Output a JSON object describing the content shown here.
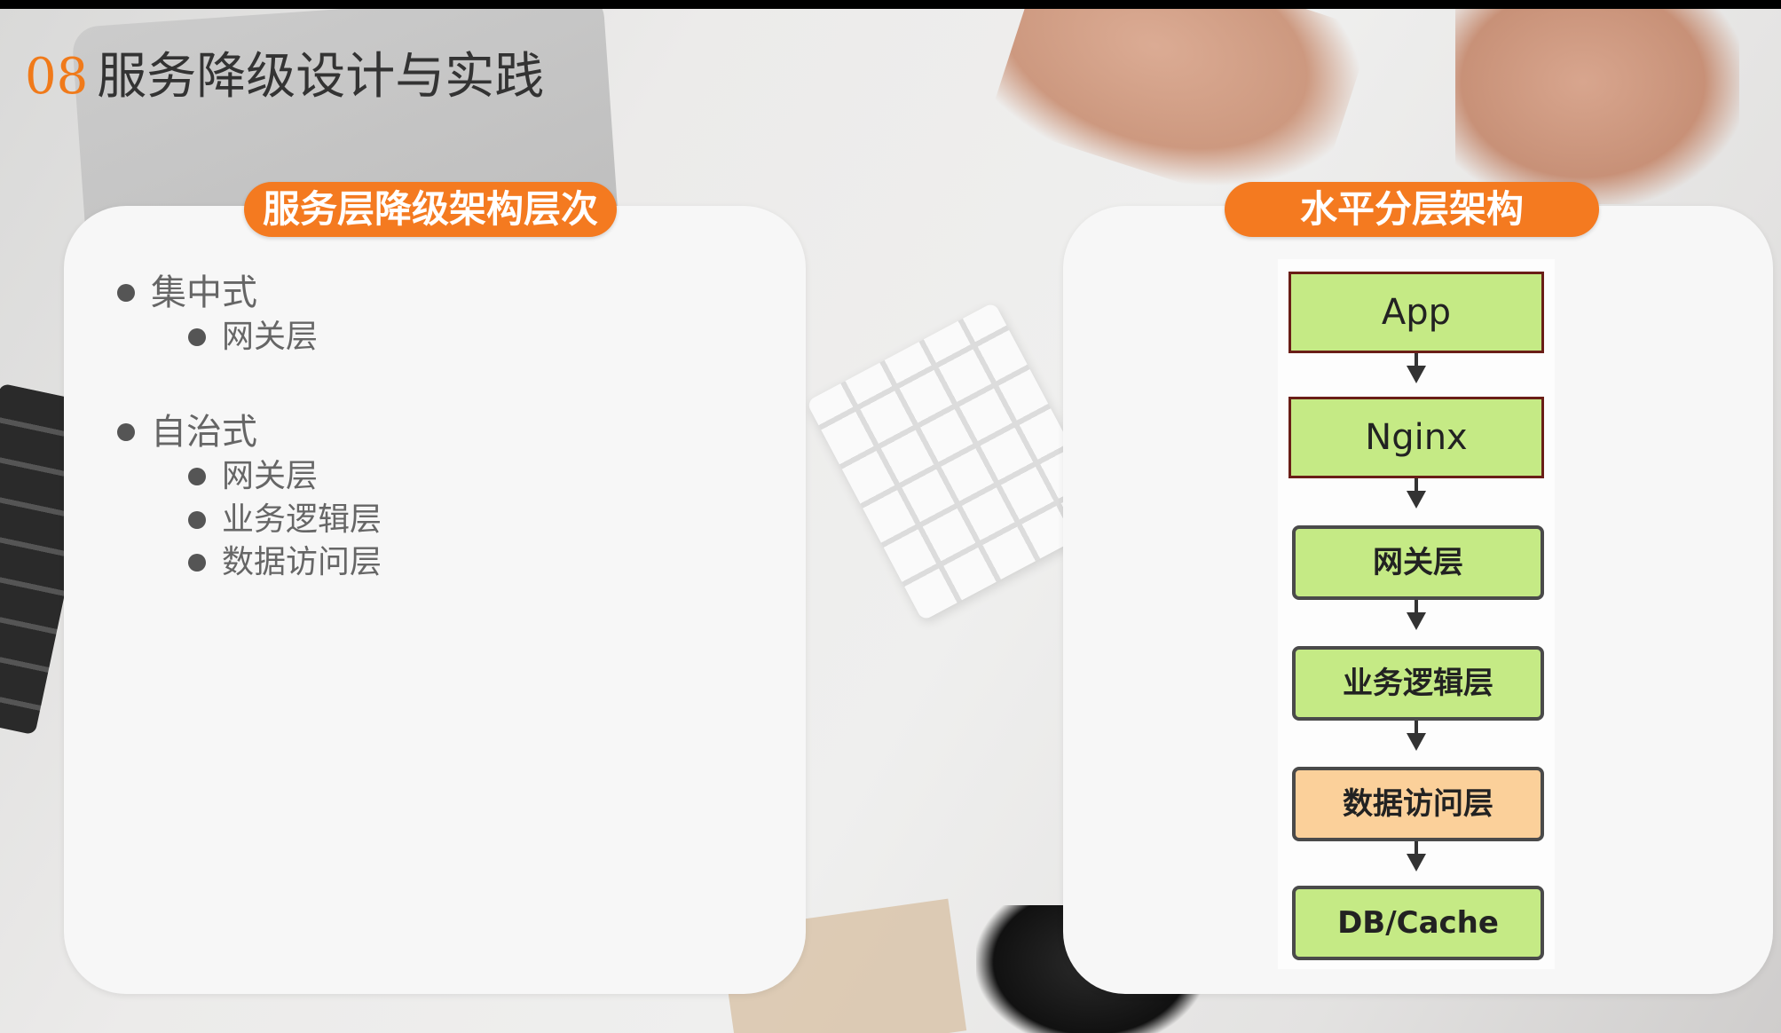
{
  "slide": {
    "number": "08",
    "title": "服务降级设计与实践"
  },
  "left_panel": {
    "header": "服务层降级架构层次",
    "items": [
      {
        "label": "集中式",
        "children": [
          "网关层"
        ]
      },
      {
        "label": "自治式",
        "children": [
          "网关层",
          "业务逻辑层",
          "数据访问层"
        ]
      }
    ]
  },
  "right_panel": {
    "header": "水平分层架构",
    "nodes": [
      "App",
      "Nginx",
      "网关层",
      "业务逻辑层",
      "数据访问层",
      "DB/Cache"
    ]
  },
  "colors": {
    "accent": "#f47a20",
    "node_green": "#c5ea85",
    "node_orange": "#fbd09a"
  }
}
